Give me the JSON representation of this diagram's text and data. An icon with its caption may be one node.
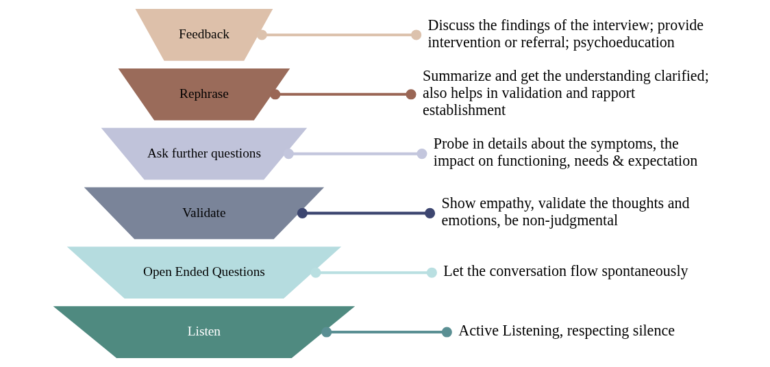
{
  "diagram": {
    "nodes": [
      {
        "text": [
          "Listen"
        ]
      },
      {
        "text": [
          "Open Ended Questions"
        ]
      },
      {
        "text": [
          "Validate"
        ]
      },
      {
        "text": [
          "Ask further questions"
        ]
      },
      {
        "text": [
          "Rephrase"
        ]
      },
      {
        "text": [
          "Feedback"
        ]
      },
      {
        "text": [
          "Active Listening, respecting silence"
        ]
      },
      {
        "text": [
          "Let the conversation flow spontaneously"
        ]
      },
      {
        "text": [
          "Show empathy, validate the thoughts and emotions, be non-judgmental"
        ]
      },
      {
        "text": [
          "Probe in details about the symptoms, the impact on functioning, needs & expectation"
        ]
      },
      {
        "text": [
          "Summarize and get the understanding clarified; also helps in validation and rapport establishment"
        ]
      },
      {
        "text": [
          "Discuss the findings of the interview; provide intervention or referral; psychoeducation"
        ]
      }
    ],
    "edges": [
      {
        "from": 0,
        "to": 6,
        "arrow": "other",
        "color": "#5a8f93"
      },
      {
        "from": 1,
        "to": 7,
        "arrow": "other",
        "color": "#b9dfe1"
      },
      {
        "from": 2,
        "to": 8,
        "arrow": "other",
        "color": "#3d4670"
      },
      {
        "from": 3,
        "to": 9,
        "arrow": "other",
        "color": "#c3c6dd"
      },
      {
        "from": 4,
        "to": 10,
        "arrow": "other",
        "color": "#9a6655"
      },
      {
        "from": 5,
        "to": 11,
        "arrow": "other",
        "color": "#dcc2ad"
      }
    ]
  }
}
